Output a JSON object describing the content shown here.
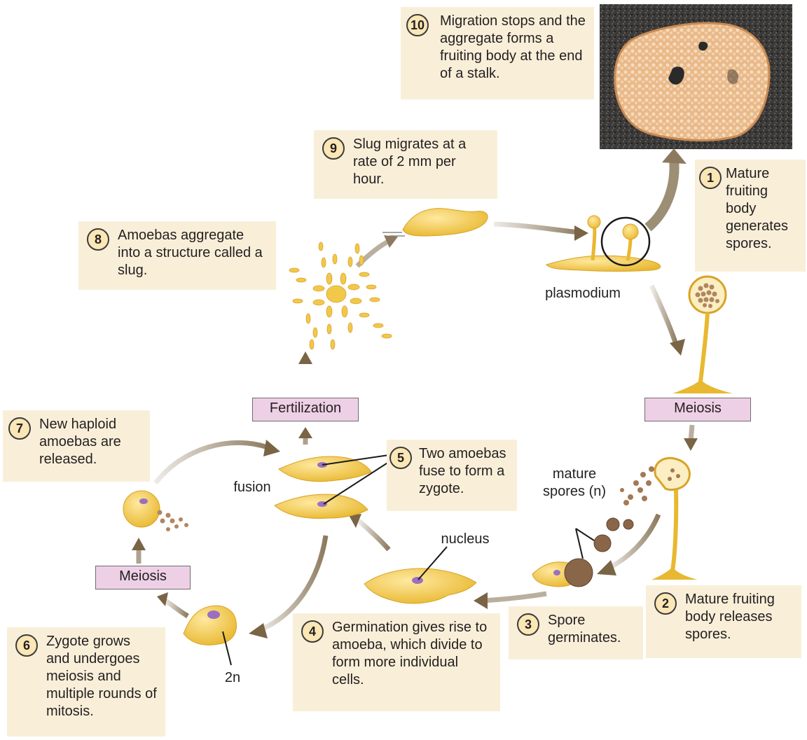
{
  "steps": [
    {
      "num": "1",
      "text": "Mature fruiting body generates spores."
    },
    {
      "num": "2",
      "text": "Mature fruiting body releases spores."
    },
    {
      "num": "3",
      "text": "Spore germinates."
    },
    {
      "num": "4",
      "text": "Germination gives rise to amoeba, which divide to form more individual cells."
    },
    {
      "num": "5",
      "text": "Two amoebas fuse to form a zygote."
    },
    {
      "num": "6",
      "text": "Zygote grows and undergoes meiosis and multiple rounds of mitosis."
    },
    {
      "num": "7",
      "text": "New haploid amoebas are released."
    },
    {
      "num": "8",
      "text": "Amoebas aggregate into a structure called a slug."
    },
    {
      "num": "9",
      "text": "Slug migrates at a rate of 2 mm per hour."
    },
    {
      "num": "10",
      "text": "Migration stops and the aggregate forms a fruiting body at the end of a stalk."
    }
  ],
  "process_labels": {
    "fertilization": "Fertilization",
    "meiosis_right": "Meiosis",
    "meiosis_left": "Meiosis"
  },
  "labels": {
    "plasmodium": "plasmodium",
    "mature_spores": "mature spores (n)",
    "nucleus": "nucleus",
    "fusion": "fusion",
    "two_n": "2n"
  },
  "colors": {
    "box_fill": "#f9efd9",
    "process_fill": "#eed0e6",
    "arrow": "#8c7a5e",
    "cell_fill": "#f2c84b",
    "nucleus": "#9b6fc0",
    "spore": "#a57955"
  }
}
